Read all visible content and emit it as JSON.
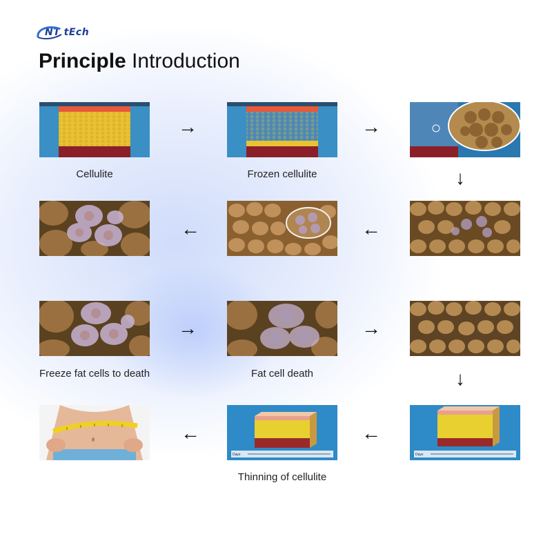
{
  "brand": {
    "logo_text": "NT tEch",
    "colors": {
      "primary": "#1f3d99",
      "accent": "#2f6fd6"
    }
  },
  "title": {
    "bold": "Principle",
    "rest": " Introduction"
  },
  "steps": [
    {
      "caption": "Cellulite"
    },
    {
      "caption": "Frozen cellulite"
    },
    {
      "caption": ""
    },
    {
      "caption": ""
    },
    {
      "caption": ""
    },
    {
      "caption": ""
    },
    {
      "caption": "Freeze fat cells to death"
    },
    {
      "caption": "Fat cell death"
    },
    {
      "caption": ""
    },
    {
      "caption": ""
    },
    {
      "caption": "Thinning of cellulite"
    },
    {
      "caption": ""
    }
  ],
  "timeline_label": "Days",
  "arrows": {
    "right": "→",
    "left": "←",
    "down": "↓"
  }
}
